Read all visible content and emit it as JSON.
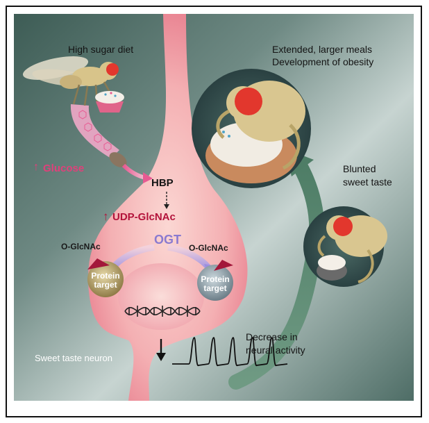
{
  "labels": {
    "high_sugar_diet": "High sugar diet",
    "glucose": "Glucose",
    "hbp": "HBP",
    "udp_glcnac": "UDP-GlcNAc",
    "ogt": "OGT",
    "o_glcnac": "O-GlcNAc",
    "protein_target_line1": "Protein",
    "protein_target_line2": "target",
    "sweet_taste_neuron": "Sweet taste neuron",
    "decrease_line1": "Decrease in",
    "decrease_line2": "neural activity",
    "blunted_line1": "Blunted",
    "blunted_line2": "sweet taste",
    "extended_line1": "Extended, larger meals",
    "extended_line2": "Development of obesity",
    "up_arrow": "↑"
  },
  "colors": {
    "background_dark": "#3a5a52",
    "background_light": "#c8d6d2",
    "neuron_pink": "#f2a6ae",
    "glucose_pink": "#e0407a",
    "udp_red": "#b3123a",
    "ogt_purple": "#8a7ad0",
    "green_arrow": "#5a8a72",
    "fly_body": "#d8c48a",
    "fly_eye": "#e2372d"
  },
  "icons": [
    "fly-icon",
    "cupcake-icon",
    "dna-icon",
    "spike-train-icon",
    "down-arrow-icon",
    "pink-arrow-icon",
    "green-arrow-icon"
  ]
}
